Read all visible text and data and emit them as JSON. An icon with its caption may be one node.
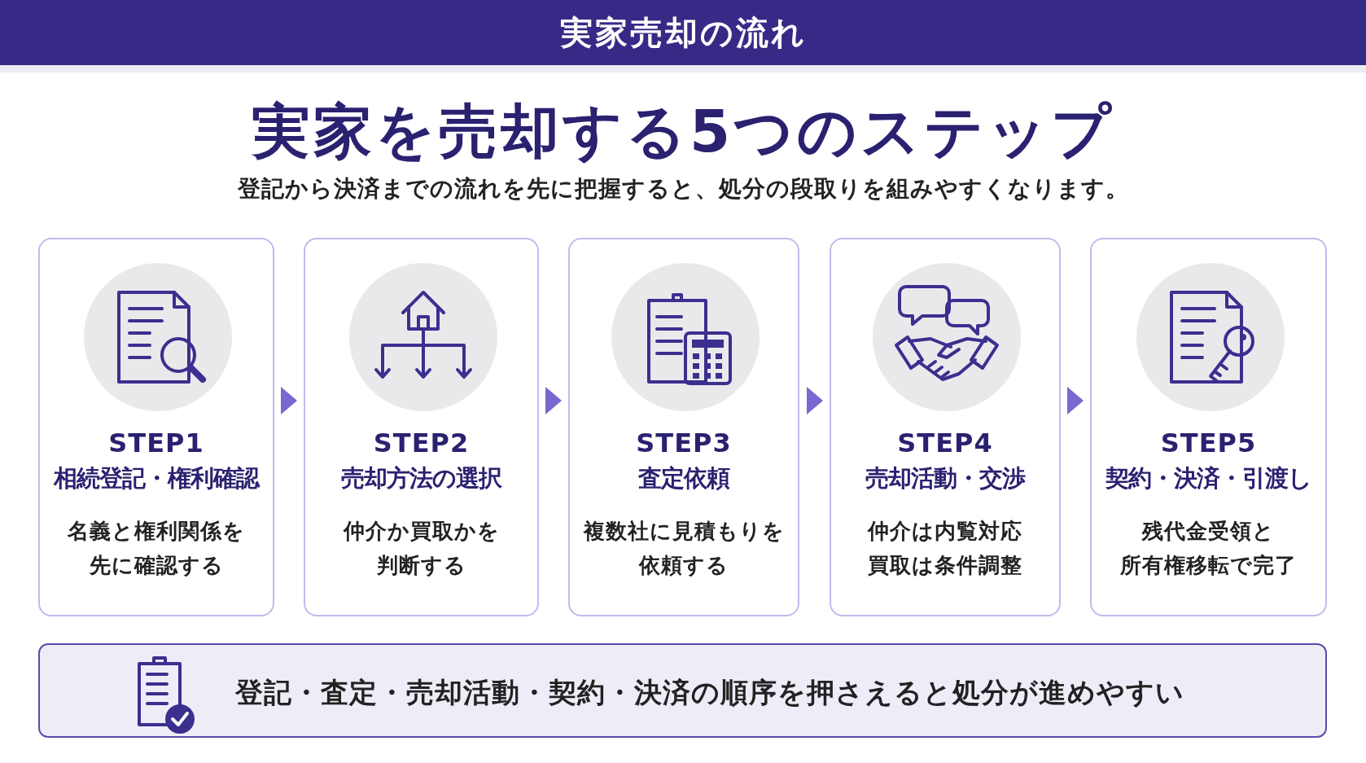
{
  "diagram": {
    "title": "実家売却の流れ",
    "nodes": [
      {
        "text": [
          "STEP1",
          "相続登記・権利確認",
          "名義と権利関係を先に確認する"
        ]
      },
      {
        "text": [
          "STEP2",
          "売却方法の選択",
          "仲介か買取かを判断する"
        ]
      },
      {
        "text": [
          "STEP3",
          "査定依頼",
          "複数社に見積もりを依頼する"
        ]
      },
      {
        "text": [
          "STEP4",
          "売却活動・交渉",
          "仲介は内覧対応買取は条件調整"
        ]
      },
      {
        "text": [
          "STEP5",
          "契約・決済・引渡し",
          "残代金受領と所有権移転で完了"
        ]
      },
      {
        "text": [
          "登記・査定・売却活動・契約・決済の順序を押さえると処分が進めやすい"
        ]
      }
    ],
    "edges": [
      {
        "from": 0,
        "to": 1,
        "arrow": "to"
      },
      {
        "from": 1,
        "to": 2,
        "arrow": "to"
      },
      {
        "from": 2,
        "to": 3,
        "arrow": "to"
      },
      {
        "from": 3,
        "to": 4,
        "arrow": "to"
      }
    ],
    "labels": [
      "実家を売却する5つのステップ",
      "登記から決済までの流れを先に把握すると、処分の段取りを組みやすくなります。"
    ]
  }
}
